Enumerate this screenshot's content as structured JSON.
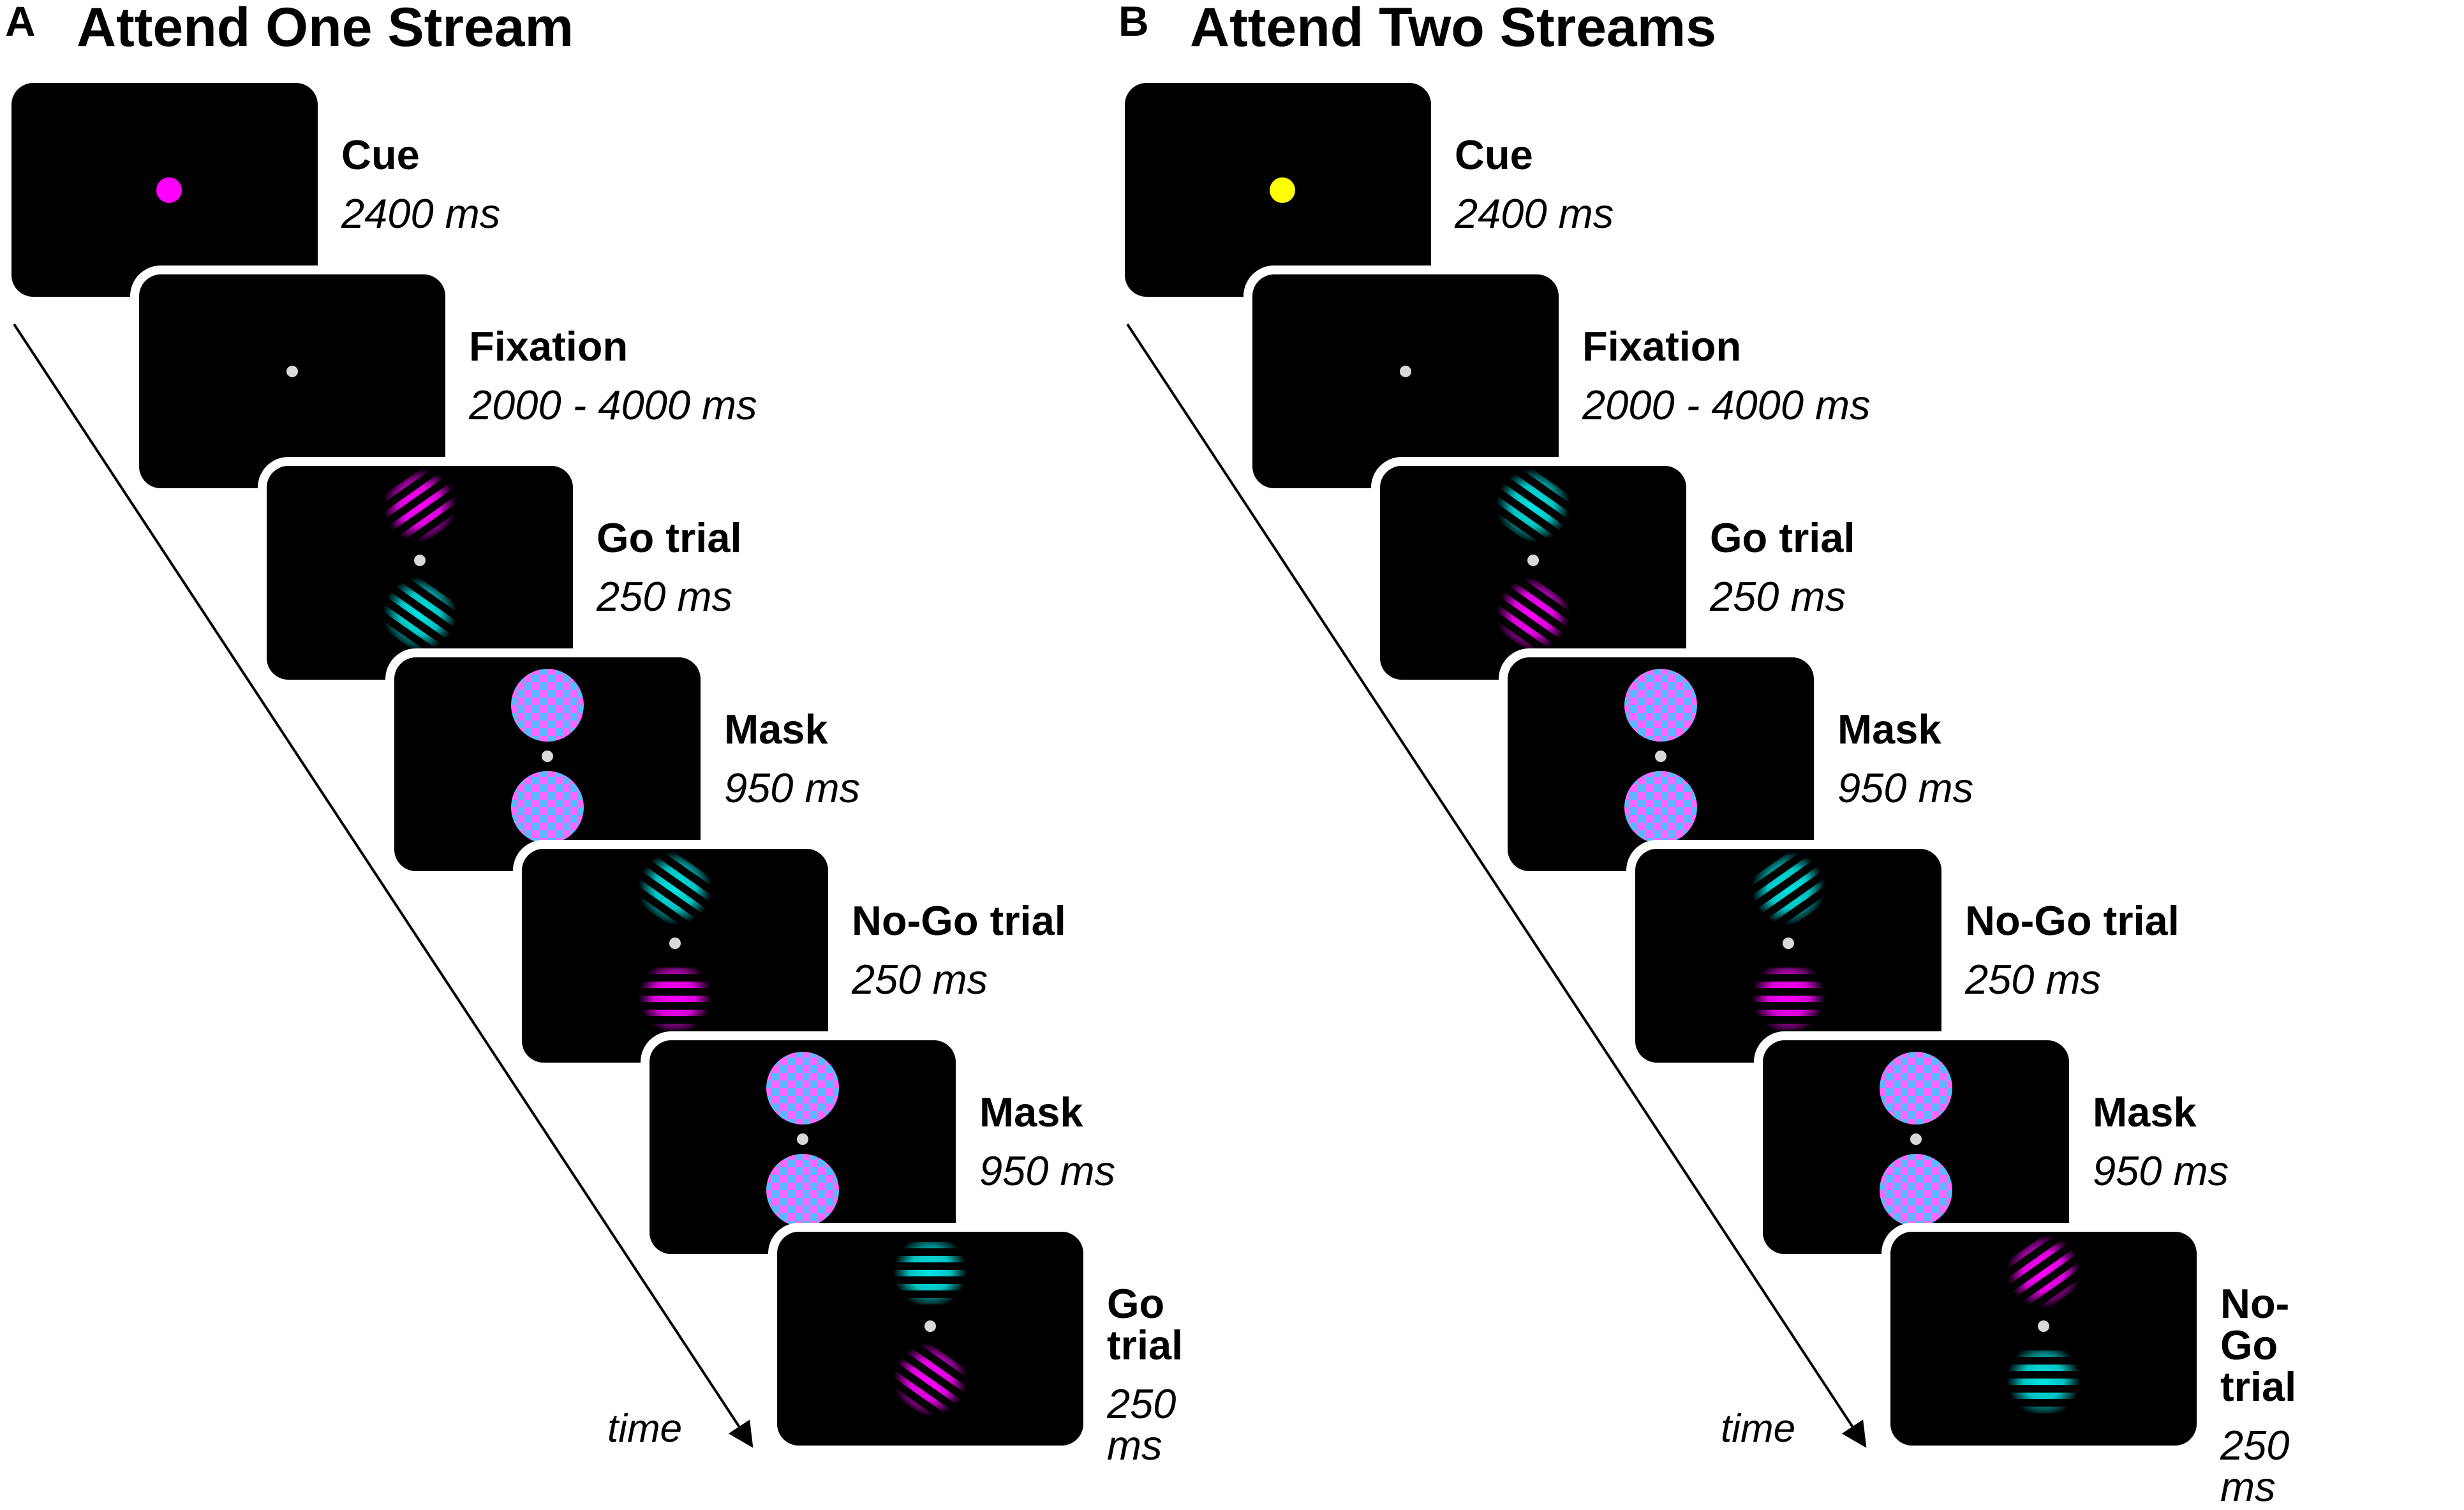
{
  "colors": {
    "background": "#ffffff",
    "frame": "#000000",
    "magenta": "#ff00ff",
    "cyan": "#00e5e5",
    "yellow": "#ffff00",
    "fixation_dot": "#d9d9d9",
    "mask_a": "#ff66ff",
    "mask_b": "#5bb8ff"
  },
  "panels": [
    {
      "letter": "A",
      "title": "Attend One Stream",
      "time_label": "time",
      "frames": [
        {
          "name": "Cue",
          "duration": "2400 ms",
          "stimulus": "cue-dot",
          "cue_color": "magenta"
        },
        {
          "name": "Fixation",
          "duration": "2000 - 4000 ms",
          "stimulus": "fixation"
        },
        {
          "name": "Go trial",
          "duration": "250 ms",
          "stimulus": "gratings",
          "top": {
            "color": "magenta",
            "orientation": "oblique-left"
          },
          "bottom": {
            "color": "cyan",
            "orientation": "oblique-right"
          }
        },
        {
          "name": "Mask",
          "duration": "950 ms",
          "stimulus": "mask"
        },
        {
          "name": "No-Go trial",
          "duration": "250 ms",
          "stimulus": "gratings",
          "top": {
            "color": "cyan",
            "orientation": "oblique-right"
          },
          "bottom": {
            "color": "magenta",
            "orientation": "horizontal"
          }
        },
        {
          "name": "Mask",
          "duration": "950 ms",
          "stimulus": "mask"
        },
        {
          "name": "Go trial",
          "duration": "250 ms",
          "stimulus": "gratings",
          "top": {
            "color": "cyan",
            "orientation": "horizontal"
          },
          "bottom": {
            "color": "magenta",
            "orientation": "oblique-right"
          }
        }
      ]
    },
    {
      "letter": "B",
      "title": "Attend Two Streams",
      "time_label": "time",
      "frames": [
        {
          "name": "Cue",
          "duration": "2400 ms",
          "stimulus": "cue-dot",
          "cue_color": "yellow"
        },
        {
          "name": "Fixation",
          "duration": "2000 - 4000 ms",
          "stimulus": "fixation"
        },
        {
          "name": "Go trial",
          "duration": "250 ms",
          "stimulus": "gratings",
          "top": {
            "color": "cyan",
            "orientation": "oblique-right"
          },
          "bottom": {
            "color": "magenta",
            "orientation": "oblique-right"
          }
        },
        {
          "name": "Mask",
          "duration": "950 ms",
          "stimulus": "mask"
        },
        {
          "name": "No-Go trial",
          "duration": "250 ms",
          "stimulus": "gratings",
          "top": {
            "color": "cyan",
            "orientation": "oblique-left"
          },
          "bottom": {
            "color": "magenta",
            "orientation": "horizontal"
          }
        },
        {
          "name": "Mask",
          "duration": "950 ms",
          "stimulus": "mask"
        },
        {
          "name": "No-Go trial",
          "duration": "250 ms",
          "stimulus": "gratings",
          "top": {
            "color": "magenta",
            "orientation": "oblique-left"
          },
          "bottom": {
            "color": "cyan",
            "orientation": "horizontal"
          }
        }
      ]
    }
  ]
}
